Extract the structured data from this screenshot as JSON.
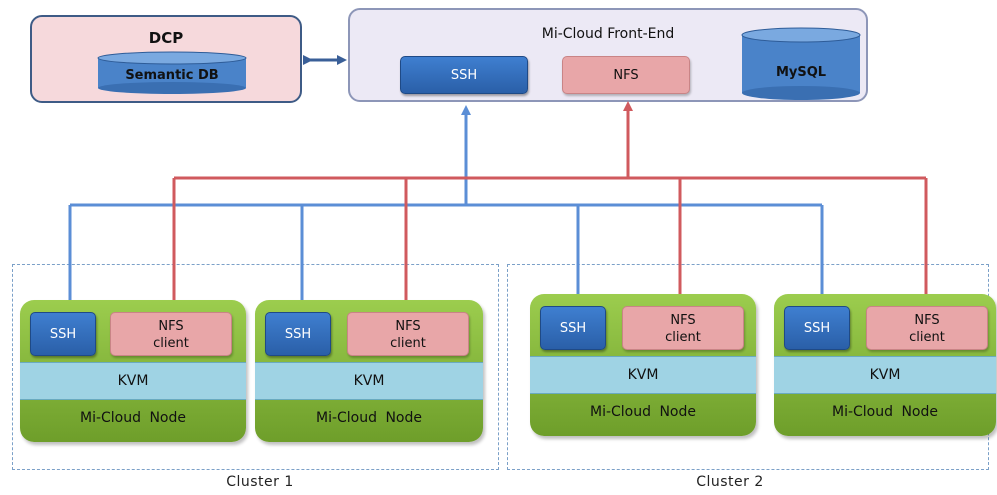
{
  "dcp": {
    "title": "DCP",
    "db": "Semantic DB"
  },
  "frontend": {
    "title": "Mi-Cloud Front-End",
    "ssh": "SSH",
    "nfs": "NFS",
    "db": "MySQL"
  },
  "nodes": [
    {
      "ssh": "SSH",
      "nfs_line1": "NFS",
      "nfs_line2": "client",
      "kvm": "KVM",
      "label": "Mi-Cloud  Node"
    },
    {
      "ssh": "SSH",
      "nfs_line1": "NFS",
      "nfs_line2": "client",
      "kvm": "KVM",
      "label": "Mi-Cloud  Node"
    },
    {
      "ssh": "SSH",
      "nfs_line1": "NFS",
      "nfs_line2": "client",
      "kvm": "KVM",
      "label": "Mi-Cloud  Node"
    },
    {
      "ssh": "SSH",
      "nfs_line1": "NFS",
      "nfs_line2": "client",
      "kvm": "KVM",
      "label": "Mi-Cloud  Node"
    }
  ],
  "clusters": [
    "Cluster 1",
    "Cluster 2"
  ],
  "colors": {
    "ssh_line": "#5b8ed6",
    "nfs_line": "#d05a5e"
  }
}
